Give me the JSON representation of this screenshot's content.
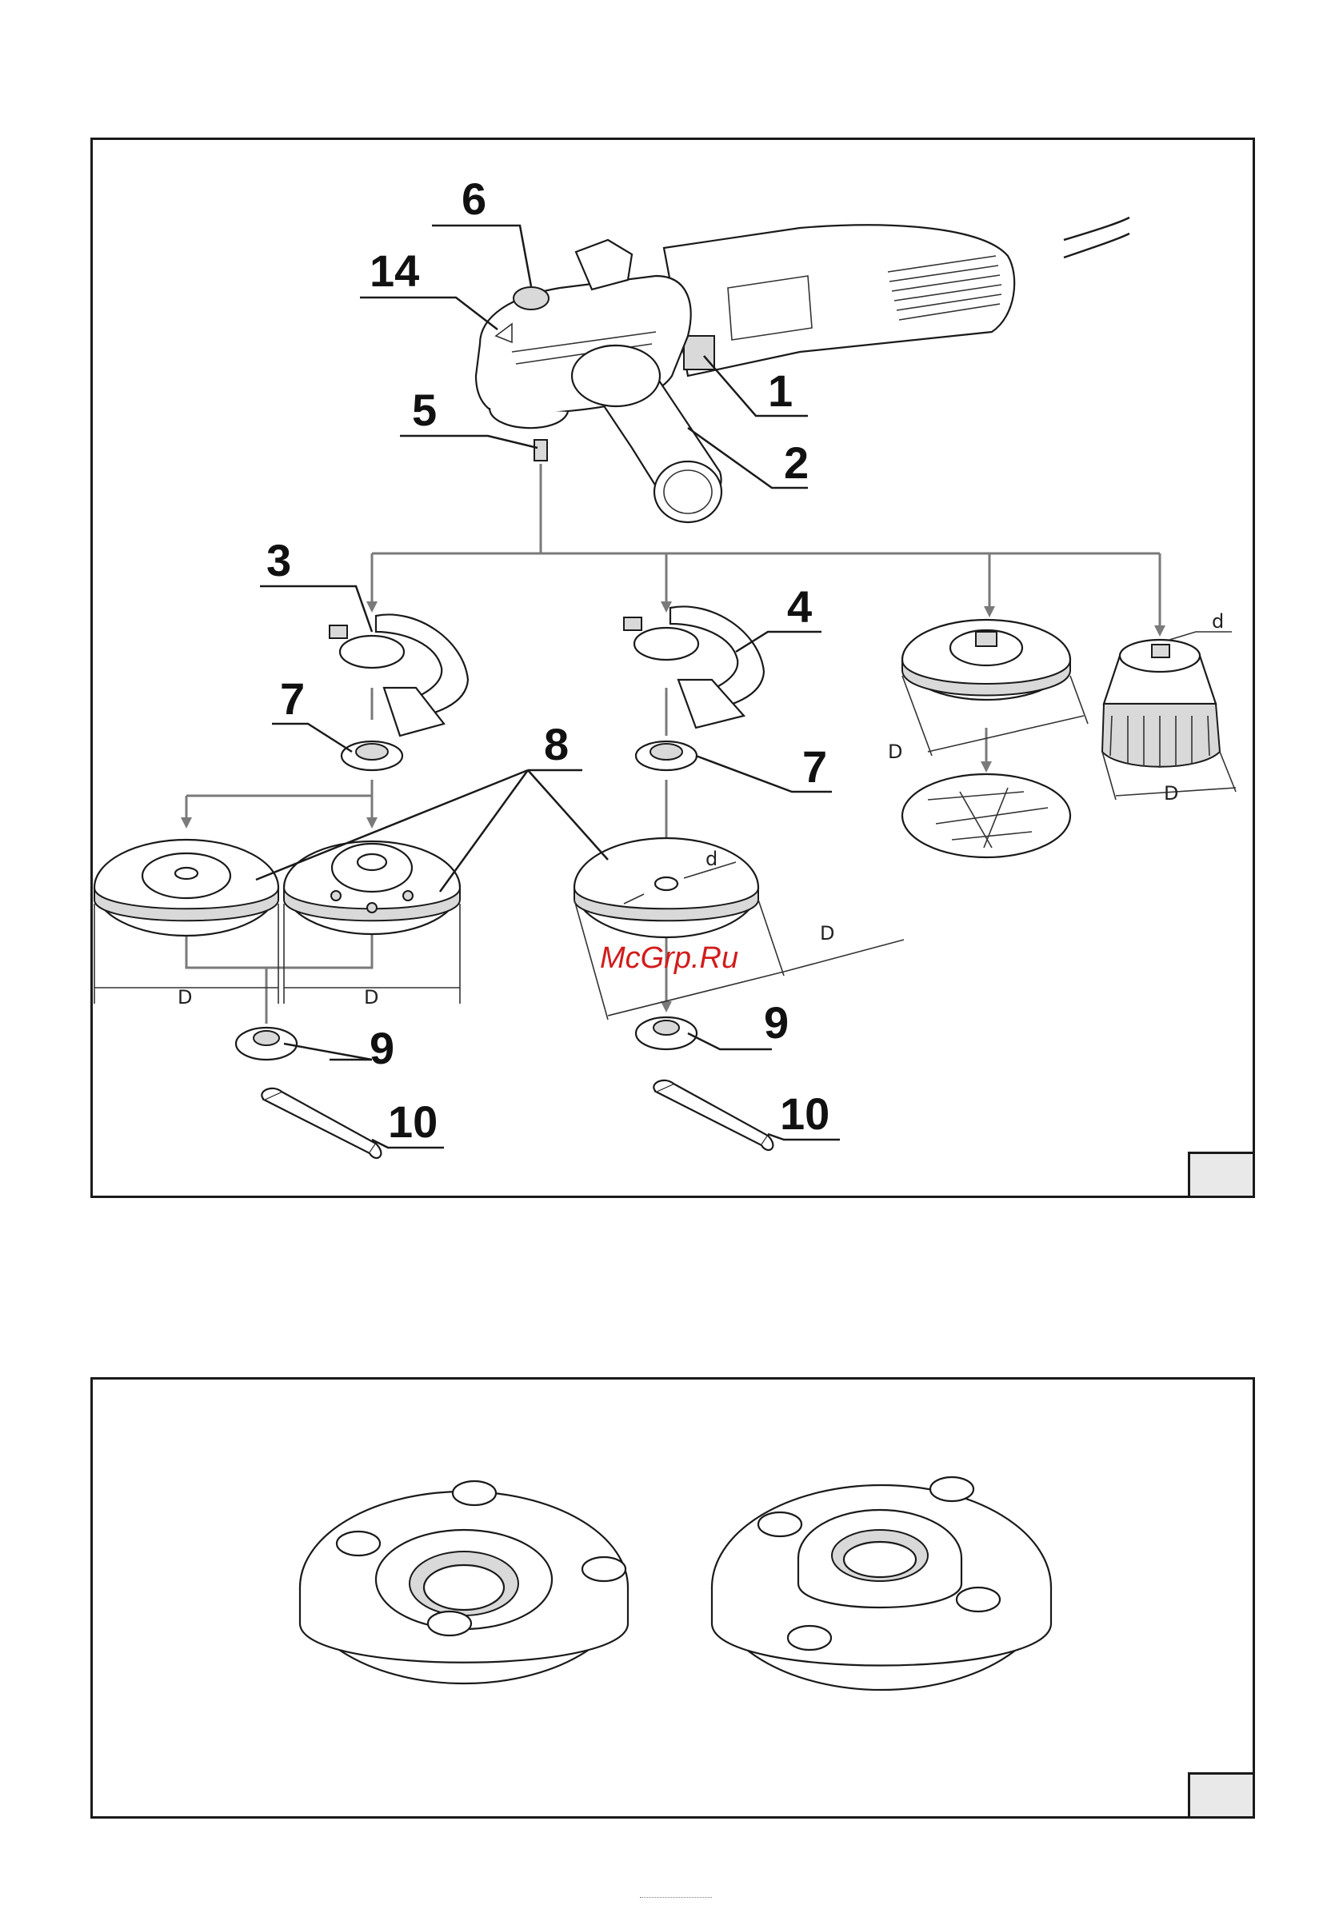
{
  "figure_top": {
    "callouts": {
      "c1": "1",
      "c2": "2",
      "c3": "3",
      "c4": "4",
      "c5": "5",
      "c6": "6",
      "c7a": "7",
      "c7b": "7",
      "c8": "8",
      "c9a": "9",
      "c9b": "9",
      "c10a": "10",
      "c10b": "10",
      "c14": "14"
    },
    "dimensions": {
      "D_left1": "D",
      "D_left2": "D",
      "d_center": "d",
      "D_center": "D",
      "D_pad": "D",
      "D_brush": "D",
      "d_brush": "d"
    },
    "watermark": "McGrp.Ru"
  },
  "colors": {
    "line": "#1a1a1a",
    "arrow": "#7a7a7a",
    "watermark": "#d21c1c",
    "figbox": "#e9e9e9"
  }
}
